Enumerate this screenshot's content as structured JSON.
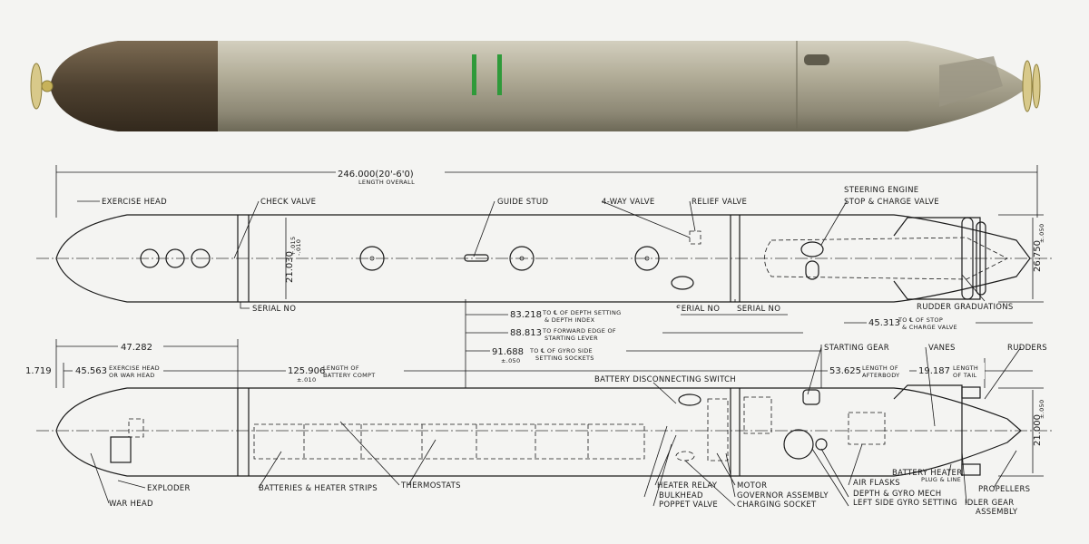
{
  "colors": {
    "background": "#f4f4f2",
    "body": "#a39e8a",
    "nose": "#4e4130",
    "stripe": "#2f9a3a",
    "propeller": "#d8c98a",
    "ink": "#1a1a1a"
  },
  "overall": {
    "value": "246.000(20'-6'0)",
    "label": "LENGTH OVERALL"
  },
  "top_view": {
    "labels": {
      "exercise_head": "EXERCISE HEAD",
      "check_valve": "CHECK VALVE",
      "guide_stud": "GUIDE STUD",
      "four_way_valve": "4-WAY VALVE",
      "relief_valve": "RELIEF VALVE",
      "steering_engine": "STEERING ENGINE",
      "stop_charge_valve": "STOP & CHARGE VALVE",
      "serial_no_1": "SERIAL NO",
      "serial_no_2": "SERIAL NO",
      "serial_no_3": "SERIAL NO",
      "rudder_graduations": "RUDDER GRADUATIONS"
    },
    "diameter": {
      "value": "21.030",
      "tol_plus": "+.015",
      "tol_minus": "-.010"
    },
    "tail_span": {
      "value": "26.750",
      "tol": "±.050"
    }
  },
  "dimensions": {
    "depth": {
      "value": "83.218",
      "l1": "TO ℄ OF DEPTH SETTING",
      "l2": "& DEPTH INDEX"
    },
    "lever": {
      "value": "88.813",
      "l1": "TO FORWARD EDGE OF",
      "l2": "STARTING LEVER"
    },
    "gyro": {
      "value": "91.688",
      "tol": "±.050",
      "l1": "TO ℄ OF GYRO SIDE",
      "l2": "SETTING SOCKETS"
    },
    "stop": {
      "value": "45.313",
      "l1": "TO ℄ OF STOP",
      "l2": "& CHARGE VALVE"
    },
    "head47": {
      "value": "47.282"
    },
    "offset": {
      "value": "1.719"
    },
    "head": {
      "value": "45.563",
      "l1": "EXERCISE HEAD",
      "l2": "OR WAR HEAD"
    },
    "battery": {
      "value": "125.906",
      "tol": "±.010",
      "l1": "LENGTH OF",
      "l2": "BATTERY COMPT"
    },
    "afterbody": {
      "value": "53.625",
      "l1": "LENGTH OF",
      "l2": "AFTERBODY"
    },
    "tail": {
      "value": "19.187",
      "l1": "LENGTH",
      "l2": "OF TAIL"
    }
  },
  "bottom_view": {
    "diameter": {
      "value": "21.000",
      "tol": "±.050"
    },
    "labels": {
      "starting_gear": "STARTING GEAR",
      "vanes": "VANES",
      "rudders": "RUDDERS",
      "battery_switch": "BATTERY DISCONNECTING SWITCH",
      "exploder": "EXPLODER",
      "war_head": "WAR HEAD",
      "batteries": "BATTERIES & HEATER STRIPS",
      "thermostats": "THERMOSTATS",
      "heater_relay": "HEATER RELAY",
      "bulkhead": "BULKHEAD",
      "poppet_valve": "POPPET VALVE",
      "motor": "MOTOR",
      "governor": "GOVERNOR ASSEMBLY",
      "charging_socket": "CHARGING SOCKET",
      "air_flasks": "AIR FLASKS",
      "depth_gyro": "DEPTH & GYRO MECH",
      "left_gyro": "LEFT SIDE GYRO SETTING",
      "battery_heater_1": "BATTERY HEATER",
      "battery_heater_2": "PLUG & LINE",
      "propellers": "PROPELLERS",
      "idler_1": "IDLER GEAR",
      "idler_2": "ASSEMBLY"
    }
  }
}
